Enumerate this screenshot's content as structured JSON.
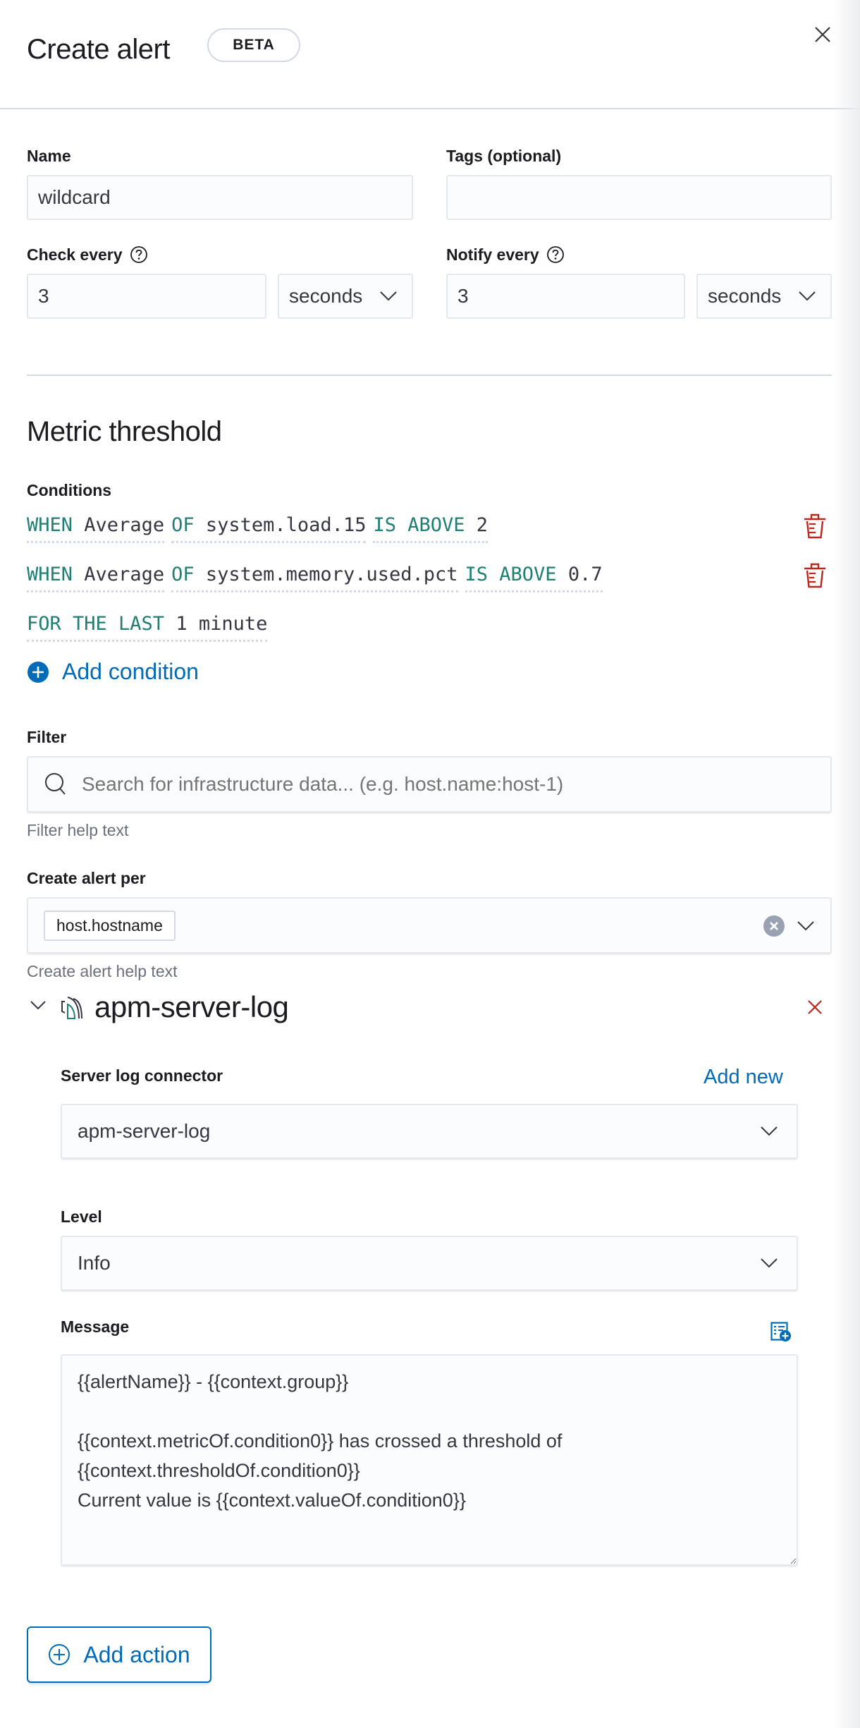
{
  "header": {
    "title": "Create alert",
    "badge": "BETA",
    "close_icon": "close-icon"
  },
  "form": {
    "name": {
      "label": "Name",
      "value": "wildcard"
    },
    "tags": {
      "label": "Tags (optional)",
      "value": ""
    },
    "check_every": {
      "label": "Check every",
      "value": "3",
      "unit": "seconds",
      "help_icon": "question-circle-icon"
    },
    "notify_every": {
      "label": "Notify every",
      "value": "3",
      "unit": "seconds",
      "help_icon": "question-circle-icon"
    }
  },
  "metric_threshold": {
    "title": "Metric threshold",
    "conditions_label": "Conditions",
    "conditions": [
      {
        "when": "WHEN",
        "agg": "Average",
        "of": "OF",
        "metric": "system.load.15",
        "comparator": "IS ABOVE",
        "threshold": "2"
      },
      {
        "when": "WHEN",
        "agg": "Average",
        "of": "OF",
        "metric": "system.memory.used.pct",
        "comparator": "IS ABOVE",
        "threshold": "0.7"
      }
    ],
    "for_the_last": {
      "keyword": "FOR THE LAST",
      "value": "1 minute"
    },
    "add_condition_label": "Add condition",
    "filter": {
      "label": "Filter",
      "placeholder": "Search for infrastructure data... (e.g. host.name:host-1)",
      "help": "Filter help text"
    },
    "group_by": {
      "label": "Create alert per",
      "selected": [
        "host.hostname"
      ],
      "help": "Create alert help text"
    }
  },
  "action": {
    "title": "apm-server-log",
    "connector": {
      "label": "Server log connector",
      "add_new": "Add new",
      "value": "apm-server-log"
    },
    "level": {
      "label": "Level",
      "value": "Info"
    },
    "message": {
      "label": "Message",
      "value": "{{alertName}} - {{context.group}}\n\n{{context.metricOf.condition0}} has crossed a threshold of {{context.thresholdOf.condition0}}\nCurrent value is {{context.valueOf.condition0}}"
    }
  },
  "add_action_label": "Add action",
  "colors": {
    "accent": "#006bb8",
    "keyword": "#207f73",
    "danger": "#bd271e",
    "border": "#d3dae6",
    "text": "#1a1c21",
    "subdued": "#69707d"
  }
}
